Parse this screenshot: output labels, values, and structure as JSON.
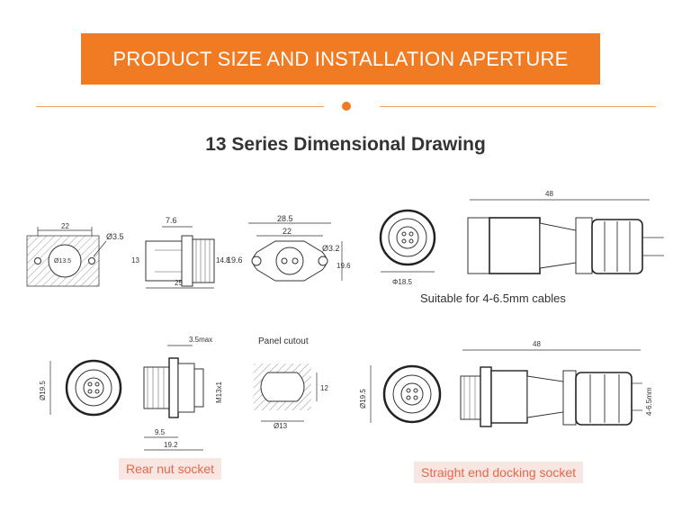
{
  "banner": {
    "title": "PRODUCT SIZE AND INSTALLATION APERTURE"
  },
  "heading": "13 Series Dimensional Drawing",
  "colors": {
    "accent": "#f07b22",
    "caption_text": "#e8674a",
    "caption_bg": "#f8e6e2"
  },
  "top_row": {
    "panel_hole": {
      "width": "22",
      "bore": "Ø13.5",
      "hole": "Ø3.5"
    },
    "side_view": {
      "flange": "7.6",
      "height_left": "13",
      "inner": "14.8",
      "outer": "19.6",
      "length": "25"
    },
    "flange_view": {
      "span": "28.5",
      "pitch": "22",
      "hole": "Ø3.2",
      "height": "19.6"
    },
    "plug_front": {
      "dia": "Φ18.5"
    },
    "plug_side": {
      "length": "48"
    },
    "cables_note": "Suitable for 4-6.5mm cables"
  },
  "bottom_row": {
    "rear_front": {
      "dia": "Ø19.5"
    },
    "rear_side": {
      "max": "3.5max",
      "thread": "M13x1",
      "a": "9.5",
      "b": "19.2"
    },
    "cutout": {
      "title": "Panel cutout",
      "width": "12",
      "dia": "Ø13"
    },
    "dock_front": {
      "dia": "Ø19.5"
    },
    "dock_side": {
      "length": "48",
      "range": "4-6.5mm"
    }
  },
  "captions": {
    "rear_nut": "Rear nut socket",
    "straight_end": "Straight end docking socket"
  }
}
